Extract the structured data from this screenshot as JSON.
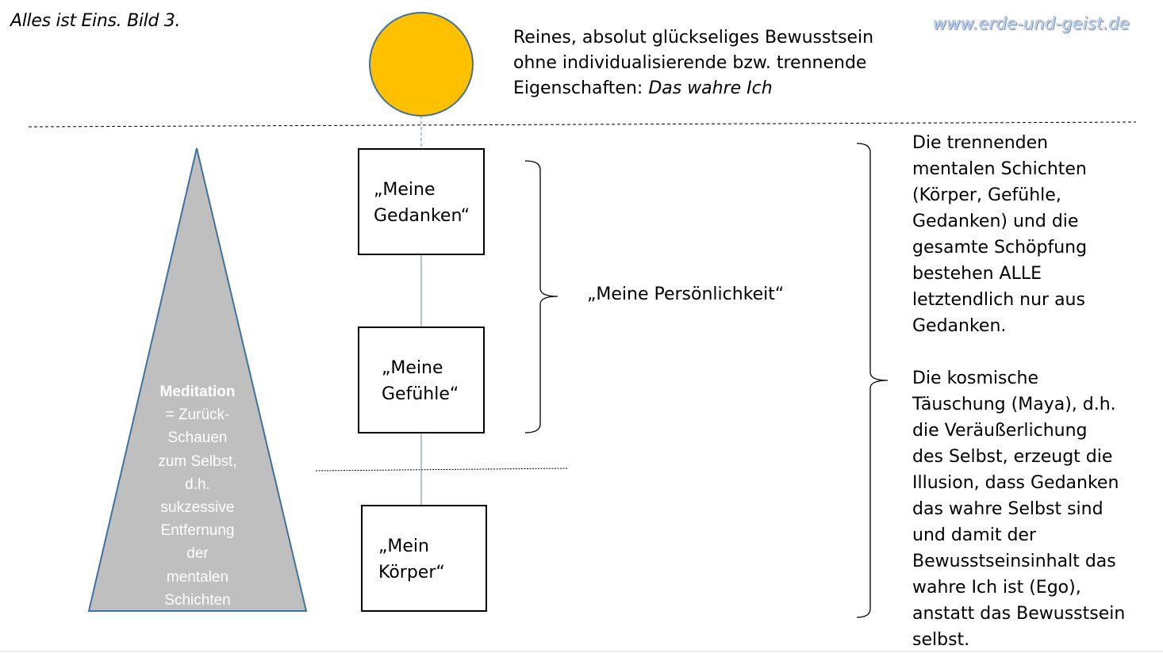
{
  "title": "Alles ist Eins. Bild 3.",
  "website": "www.erde-und-geist.de",
  "top_description": {
    "line1": "Reines, absolut glückseliges Bewusstsein",
    "line2": "ohne individualisierende bzw. trennende",
    "line3_prefix": "Eigenschaften: ",
    "line3_italic": "Das wahre Ich"
  },
  "boxes": {
    "thoughts": {
      "line1": "„Meine",
      "line2": "Gedanken“"
    },
    "feelings": {
      "line1": "„Meine",
      "line2": "Gefühle“"
    },
    "body": {
      "line1": "„Mein",
      "line2": "Körper“"
    }
  },
  "personality_label": "„Meine Persönlichkeit“",
  "triangle": {
    "heading": "Meditation",
    "lines": [
      "= Zurück-",
      "Schauen",
      "zum Selbst,",
      "d.h.",
      "sukzessive",
      "Entfernung",
      "der",
      "mentalen",
      "Schichten"
    ]
  },
  "right_text": {
    "paragraph1": [
      "Die trennenden",
      "mentalen Schichten",
      "(Körper, Gefühle,",
      "Gedanken) und die",
      "gesamte Schöpfung",
      "bestehen ALLE",
      "letztendlich nur aus",
      "Gedanken."
    ],
    "paragraph2": [
      "Die kosmische",
      "Täuschung (Maya), d.h.",
      "die Veräußerlichung",
      "des Selbst, erzeugt die",
      "Illusion, dass Gedanken",
      "das wahre Selbst sind",
      "und damit der",
      "Bewusstseinsinhalt das",
      "wahre Ich ist (Ego),",
      "anstatt das Bewusstsein",
      "selbst."
    ]
  },
  "colors": {
    "sun_fill": "#ffc000",
    "sun_stroke": "#41719c",
    "triangle_fill": "#bfbfbf",
    "triangle_stroke": "#41719c",
    "connector": "#5b8bb5",
    "website_text": "#c4d3ec"
  }
}
